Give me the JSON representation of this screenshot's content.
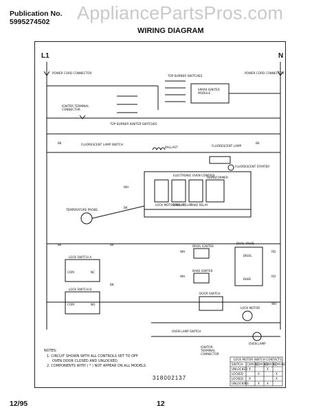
{
  "header": {
    "publication_label": "Publication No.",
    "publication_number": "5995274502",
    "watermark": "AppliancePartsPros.com",
    "title": "WIRING DIAGRAM"
  },
  "diagram": {
    "line_label": "L1",
    "neutral_label": "N",
    "power_cord_left": "POWER CORD CONNECTOR",
    "power_cord_right": "POWER CORD CONNECTOR",
    "top_burner_switches": "TOP BURNER SWITCHES",
    "spark_igniter_module": "SPARK IGNITER MODULE",
    "igniter_terminal": "IGNITER TERMINAL CONNECTOR",
    "top_burner_igniter_switches": "TOP BURNER IGNITER SWITCHES",
    "fluorescent_lamp_switch": "FLUORESCENT LAMP SWITCH",
    "ballast": "BALLAST",
    "fluorescent_lamp": "FLUORESCENT LAMP",
    "fluorescent_starter": "FLUORESCENT STARTER",
    "electronic_oven_control": "ELECTRONIC OVEN CONTROL",
    "lock_motor_relay": "LOCK MOTOR RELAY",
    "broil_relay": "BROIL RELAY",
    "bake_relay": "BAKE RELAY",
    "transformer": "TRANSFORMER",
    "temp_sensor": "TEMPERATURE PROBE",
    "broil_igniter": "BROIL IGNITER",
    "bake_igniter": "BAKE IGNITER",
    "dual_valve": "DUAL VALVE",
    "broil_label": "BROIL",
    "bake_label": "BAKE",
    "lock_switch_a": "LOCK SWITCH A",
    "lock_switch_b": "LOCK SWITCH B",
    "com": "COM",
    "nc": "NC",
    "no": "NO",
    "door_switch": "DOOR SWITCH",
    "lock_motor": "LOCK MOTOR",
    "oven_lamp_switch": "OVEN LAMP SWITCH",
    "oven_lamp": "OVEN LAMP",
    "ignitor_terminal_conn": "IGNITOR TERMINAL CONNECTOR",
    "wire_labels": [
      "BK",
      "BK",
      "WH",
      "BK",
      "BK",
      "BK",
      "BK",
      "WH",
      "WH",
      "RD",
      "RD",
      "WH"
    ],
    "notes_title": "NOTES:",
    "note_1": "1. CIRCUIT SHOWN WITH ALL CONTROLS SET TO OFF.",
    "note_1b": "OVEN DOOR CLOSED AND UNLOCKED.",
    "note_2": "2. COMPONENTS WITH ( * ) NOT APPEAR ON ALL MODELS.",
    "table_title": "LOCK MOTOR SWITCH CONTACTS",
    "table_headers": [
      "SWITCH",
      "COM-NC",
      "COM-NO",
      "COM-NC",
      "COM-NO"
    ],
    "table_rows": [
      [
        "UNLOCKED",
        "X",
        "",
        "X",
        ""
      ],
      [
        "LOCKED",
        "",
        "X",
        "",
        "X"
      ],
      [
        "LOCKED",
        "X",
        "",
        "",
        "X"
      ],
      [
        "UNLOCKING",
        "",
        "X",
        "X",
        ""
      ]
    ],
    "serial": "318002137"
  },
  "footer": {
    "date": "12/95",
    "page": "12"
  }
}
